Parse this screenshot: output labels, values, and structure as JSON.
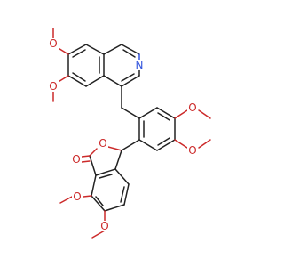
{
  "molecule": {
    "atoms": {
      "o_isoq_6": "O",
      "o_isoq_7": "O",
      "n_isoq": "N",
      "o_benz_4": "O",
      "o_benz_5": "O",
      "o_lactone_ring": "O",
      "o_carbonyl": "O",
      "o_lactone_7": "O",
      "o_lactone_6": "O"
    },
    "colors": {
      "bond": "#222222",
      "oxygen": "#cc2a2a",
      "nitrogen": "#3355dd",
      "background": "#ffffff"
    }
  }
}
